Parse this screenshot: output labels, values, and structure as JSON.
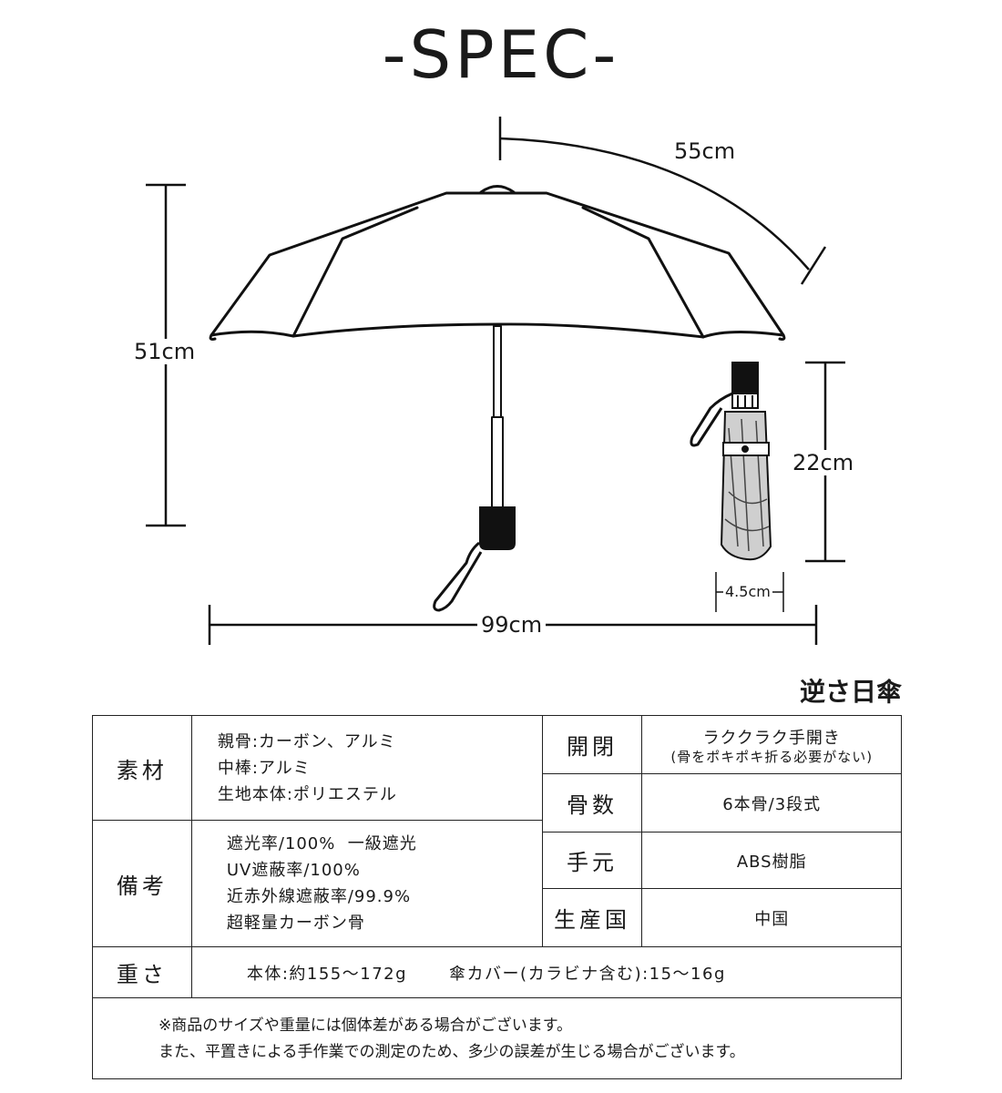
{
  "title": "-SPEC-",
  "dimensions": {
    "canopy_arc": "55cm",
    "height_open": "51cm",
    "width_open": "99cm",
    "length_folded": "22cm",
    "diameter_folded": "4.5cm"
  },
  "umbrella_type": "逆さ日傘",
  "spec_table": {
    "material": {
      "label": "素材",
      "lines": [
        "親骨:カーボン、アルミ",
        "中棒:アルミ",
        "生地本体:ポリエステル"
      ]
    },
    "opening": {
      "label": "開閉",
      "value": "ラククラク手開き",
      "sub": "(骨をポキポキ折る必要がない)"
    },
    "ribs": {
      "label": "骨数",
      "value": "6本骨/3段式"
    },
    "remarks": {
      "label": "備考",
      "lines": [
        "遮光率/100%  一級遮光",
        "UV遮蔽率/100%",
        "近赤外線遮蔽率/99.9%",
        "超軽量カーボン骨"
      ]
    },
    "handle": {
      "label": "手元",
      "value": "ABS樹脂"
    },
    "origin": {
      "label": "生産国",
      "value": "中国"
    },
    "weight": {
      "label": "重さ",
      "body": "本体:約155～172g",
      "cover": "傘カバー(カラビナ含む):15～16g"
    },
    "notes": [
      "※商品のサイズや重量には個体差がある場合がございます。",
      "また、平置きによる手作業での測定のため、多少の誤差が生じる場合がございます。"
    ]
  }
}
